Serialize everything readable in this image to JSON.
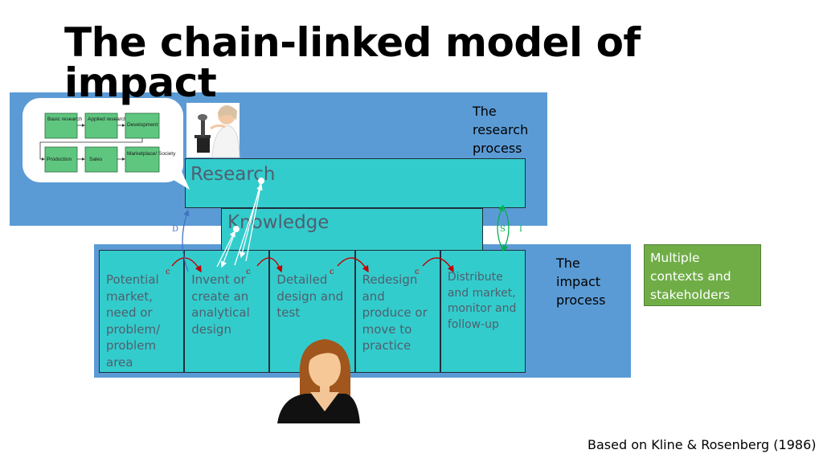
{
  "slide": {
    "title": "The chain-linked model of impact",
    "citation": "Based on Kline & Rosenberg (1986)"
  },
  "diagram": {
    "research_box": "Research",
    "knowledge_box": "Knowledge",
    "research_process_label": "The research process",
    "impact_process_label": "The impact process",
    "contexts_label": "Multiple contexts and stakeholders",
    "stages": [
      "Potential market, need or problem/ problem area",
      "Invent or create an analytical design",
      "Detailed design and test",
      "Redesign and produce or move to practice",
      "Distribute and market, monitor and follow-up"
    ],
    "link_letters": {
      "c": "c",
      "d": "D",
      "s": "S",
      "i": "I"
    },
    "linear_model": {
      "top_row": [
        "Basic research",
        "Applied research",
        "Development"
      ],
      "bottom_row": [
        "Production",
        "Sales",
        "Marketplace/ Society"
      ]
    },
    "colors": {
      "band_blue": "#5b9bd5",
      "box_cyan": "#33cccc",
      "context_green": "#70ad47",
      "arrow_red": "#c00000",
      "arrow_blue": "#4472c4",
      "arrow_green": "#00b050"
    },
    "icons": [
      "scientist-microscope-icon",
      "woman-avatar-icon"
    ]
  }
}
